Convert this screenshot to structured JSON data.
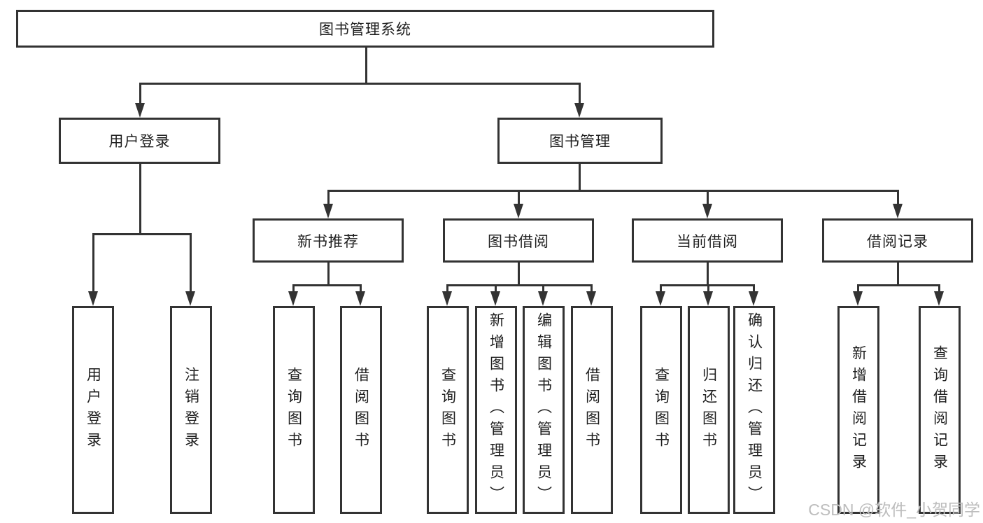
{
  "diagram": {
    "root": {
      "label": "图书管理系统"
    },
    "branches": [
      {
        "label": "用户登录"
      },
      {
        "label": "图书管理"
      }
    ],
    "sections": [
      {
        "label": "新书推荐"
      },
      {
        "label": "图书借阅"
      },
      {
        "label": "当前借阅"
      },
      {
        "label": "借阅记录"
      }
    ],
    "leaves": [
      {
        "label": "用户登录"
      },
      {
        "label": "注销登录"
      },
      {
        "label": "查询图书"
      },
      {
        "label": "借阅图书"
      },
      {
        "label": "查询图书"
      },
      {
        "label": "新增图书（管理员）"
      },
      {
        "label": "编辑图书（管理员）"
      },
      {
        "label": "借阅图书"
      },
      {
        "label": "查询图书"
      },
      {
        "label": "归还图书"
      },
      {
        "label": "确认归还（管理员）"
      },
      {
        "label": "新增借阅记录"
      },
      {
        "label": "查询借阅记录"
      }
    ],
    "watermark": "CSDN @软件_小贺同学",
    "colors": {
      "line": "#333333",
      "text": "#1f1f1f",
      "watermark": "#bdbdbd",
      "background": "#ffffff"
    }
  }
}
